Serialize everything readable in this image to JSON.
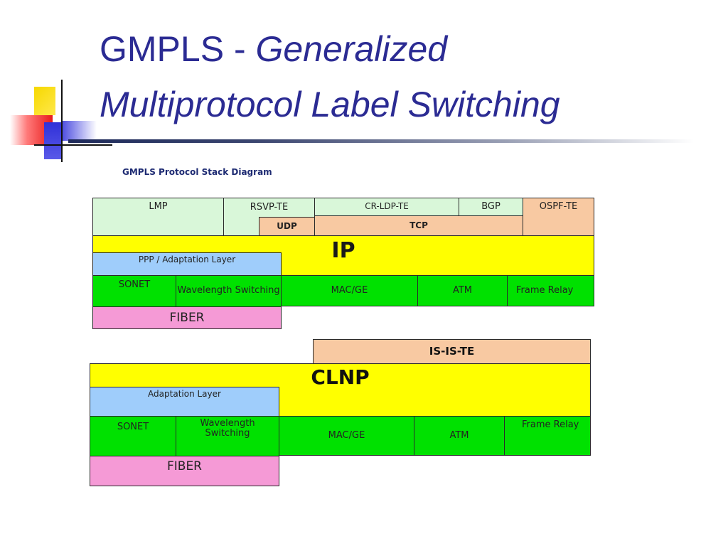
{
  "slide": {
    "title_prefix": "GMPLS - ",
    "title_italic_1": "Generalized",
    "title_italic_2": "Multiprotocol Label Switching"
  },
  "diagram": {
    "caption": "GMPLS Protocol Stack Diagram",
    "stack_ip": {
      "lmp": "LMP",
      "rsvp_te": "RSVP-TE",
      "cr_ldp_te": "CR-LDP-TE",
      "bgp": "BGP",
      "ospf_te": "OSPF-TE",
      "udp": "UDP",
      "tcp": "TCP",
      "ip": "IP",
      "adaptation": "PPP / Adaptation  Layer",
      "sonet": "SONET",
      "wavelength": "Wavelength Switching",
      "mac_ge": "MAC/GE",
      "atm": "ATM",
      "frame_relay": "Frame Relay",
      "fiber": "FIBER"
    },
    "stack_clnp": {
      "is_is_te": "IS-IS-TE",
      "clnp": "CLNP",
      "adaptation": "Adaptation  Layer",
      "sonet": "SONET",
      "wavelength": "Wavelength Switching",
      "mac_ge": "MAC/GE",
      "atm": "ATM",
      "frame_relay": "Frame Relay",
      "fiber": "FIBER"
    }
  }
}
